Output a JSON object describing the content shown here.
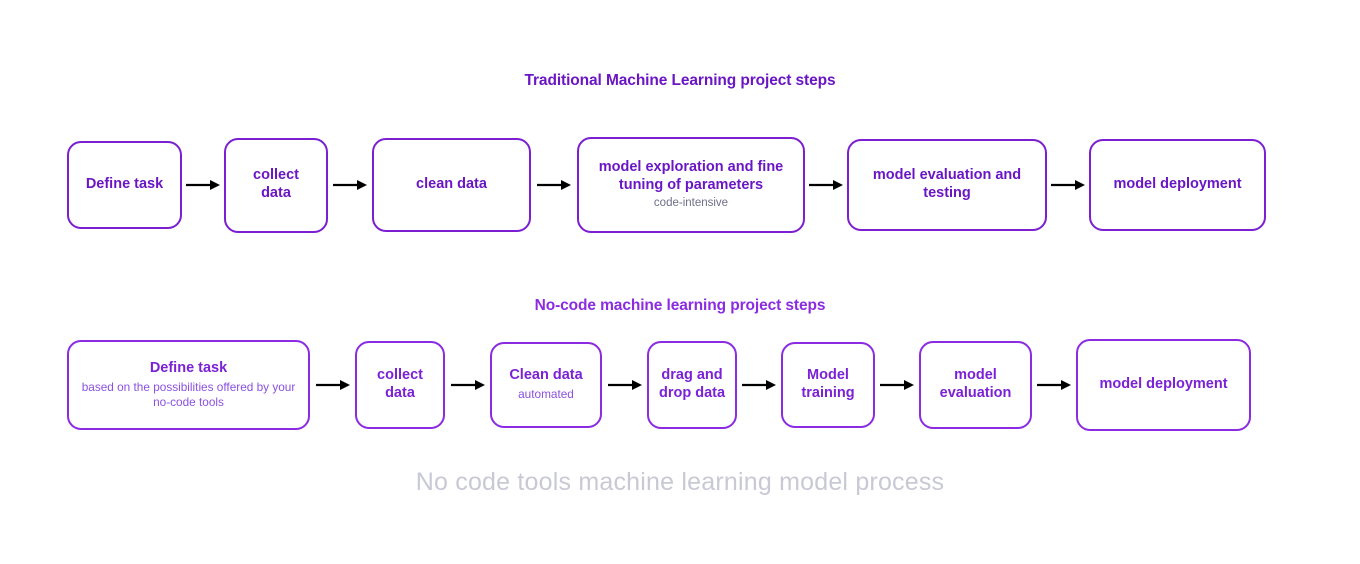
{
  "sections": [
    {
      "id": "traditional",
      "heading": "Traditional Machine Learning project steps",
      "heading_color": "#6b16c4",
      "steps": [
        {
          "title": "Define task",
          "sub": ""
        },
        {
          "title": "collect\ndata",
          "sub": ""
        },
        {
          "title": "clean data",
          "sub": ""
        },
        {
          "title": "model exploration and fine tuning of parameters",
          "sub": "code-intensive"
        },
        {
          "title": "model evaluation and testing",
          "sub": ""
        },
        {
          "title": "model deployment",
          "sub": ""
        }
      ]
    },
    {
      "id": "nocode",
      "heading": "No-code machine learning project steps",
      "heading_color": "#8b2be2",
      "steps": [
        {
          "title": "Define task",
          "sub": "based on the possibilities offered by your no-code tools"
        },
        {
          "title": "collect data",
          "sub": ""
        },
        {
          "title": "Clean data",
          "sub": "automated"
        },
        {
          "title": "drag and drop data",
          "sub": ""
        },
        {
          "title": "Model training",
          "sub": ""
        },
        {
          "title": "model evaluation",
          "sub": ""
        },
        {
          "title": "model deployment",
          "sub": ""
        }
      ]
    }
  ],
  "caption": "No code tools machine learning model process",
  "colors": {
    "box_border_traditional": "#7b1fd1",
    "box_border_nocode": "#8b2be2",
    "box_text": "#6b16c4",
    "sub_text_traditional": "#6e6e8a",
    "sub_text_nocode": "#8b51e0",
    "arrow": "#000000",
    "caption": "#c9c9d6",
    "background": "#ffffff"
  }
}
